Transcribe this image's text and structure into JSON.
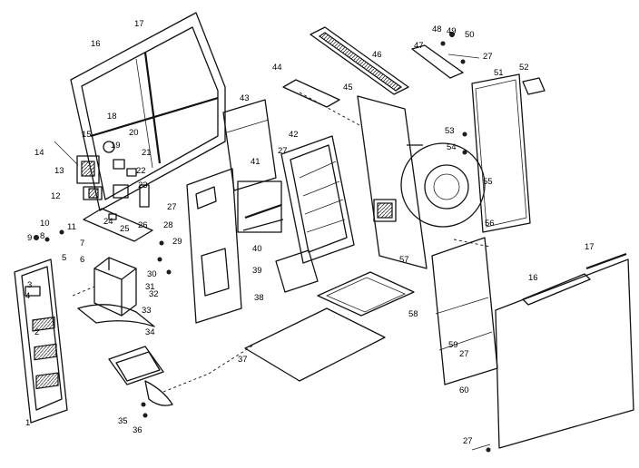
{
  "diagram": {
    "callouts": [
      "1",
      "2",
      "3",
      "4",
      "5",
      "6",
      "7",
      "8",
      "9",
      "10",
      "11",
      "12",
      "13",
      "14",
      "15",
      "16",
      "17",
      "18",
      "19",
      "20",
      "21",
      "22",
      "23",
      "24",
      "25",
      "26",
      "27",
      "28",
      "29",
      "30",
      "31",
      "32",
      "33",
      "34",
      "35",
      "36",
      "37",
      "38",
      "39",
      "40",
      "41",
      "42",
      "43",
      "44",
      "45",
      "46",
      "47",
      "48",
      "49",
      "50",
      "51",
      "52",
      "53",
      "54",
      "55",
      "56",
      "57",
      "58",
      "59",
      "60"
    ]
  }
}
